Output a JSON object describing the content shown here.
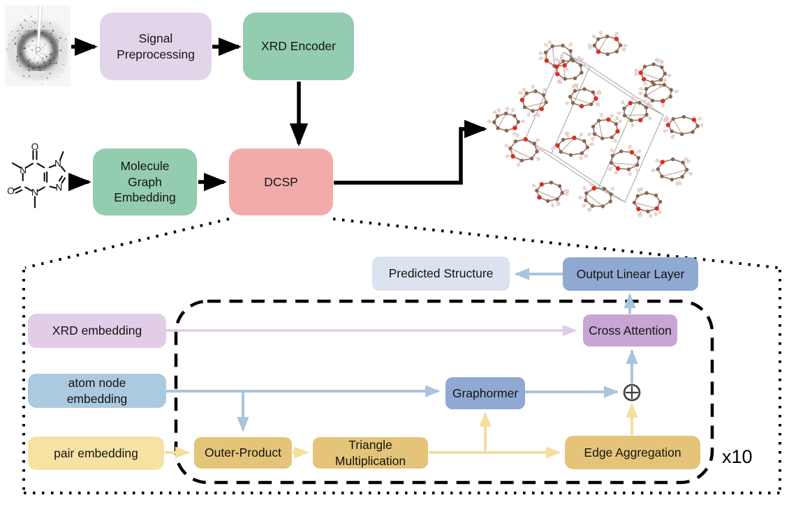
{
  "figure": {
    "top": {
      "signal_preprocessing": "Signal Preprocessing",
      "xrd_encoder": "XRD Encoder",
      "molecule_graph_embedding": "Molecule Graph Embedding",
      "dcsp": "DCSP"
    },
    "molecule": {
      "atom_labels": [
        "O",
        "N",
        "O",
        "N",
        "N",
        "N"
      ]
    },
    "detail": {
      "predicted_structure": "Predicted Structure",
      "output_linear_layer": "Output Linear Layer",
      "xrd_embedding": "XRD embedding",
      "cross_attention": "Cross Attention",
      "atom_node_embedding": "atom node embedding",
      "graphormer": "Graphormer",
      "pair_embedding": "pair embedding",
      "outer_product": "Outer-Product",
      "triangle_multiplication": "Triangle Multiplication",
      "edge_aggregation": "Edge Aggregation",
      "repeat_label": "x10",
      "oplus_icon": "⊕"
    },
    "colors": {
      "lavender_box": "#E3D5E9",
      "green_box": "#93CCAE",
      "pink_box": "#F1ACAA",
      "pale_blue_box": "#DBE3F0",
      "steel_blue_box": "#8FA9D2",
      "mauve_box": "#C8A5D3",
      "light_lavender_box": "#E1CDE7",
      "light_blue_box": "#ABC9DF",
      "pale_yellow_box": "#F6E3A4",
      "gold_box": "#E4C478",
      "blue_arrow": "#A9C5DD",
      "yellow_arrow": "#F5DF9F",
      "lavender_arrow": "#DFCBE7",
      "black_arrow": "#000000",
      "carbon_atom": "#8A6550",
      "oxygen_atom": "#E02B20",
      "hydrogen_atom": "#F3E2E2"
    }
  }
}
